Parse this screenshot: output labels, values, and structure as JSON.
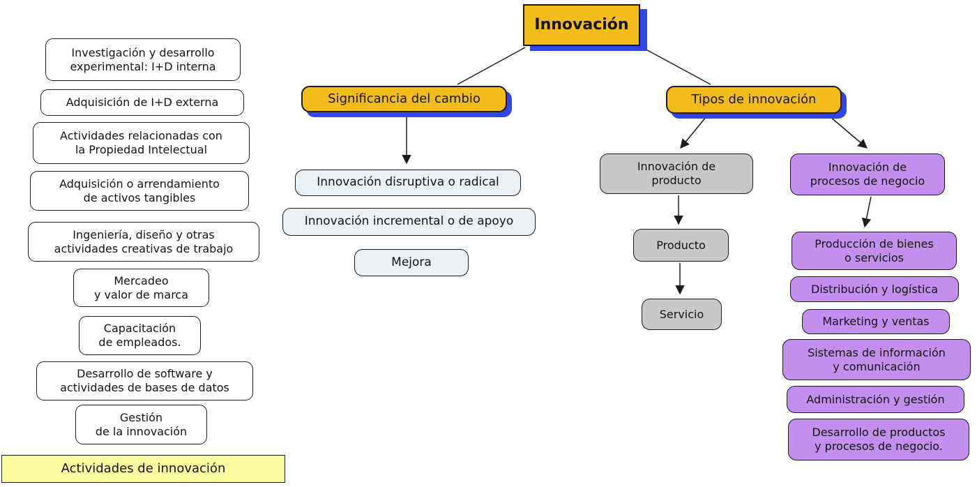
{
  "colors": {
    "accent-orange": "#F2BC1B",
    "shadow-blue": "#3246E8",
    "node-light": "#EAF0F4",
    "node-gray": "#C8C8C8",
    "node-purple": "#C28FEC",
    "label-yellow": "#FAFA9E",
    "border-dark": "#1C1C1C"
  },
  "root": {
    "label": "Innovación"
  },
  "significancia": {
    "title": "Significancia del cambio",
    "children": [
      "Innovación disruptiva o radical",
      "Innovación incremental o de apoyo",
      "Mejora"
    ]
  },
  "tipos": {
    "title": "Tipos de innovación",
    "producto": {
      "header": "Innovación de\nproducto",
      "children": [
        "Producto",
        "Servicio"
      ]
    },
    "procesos": {
      "header": "Innovación de\nprocesos de negocio",
      "children": [
        "Producción de bienes\no servicios",
        "Distribución y logística",
        "Marketing y ventas",
        "Sistemas de información\ny comunicación",
        "Administración y gestión",
        "Desarrollo de productos\ny procesos de negocio."
      ]
    }
  },
  "actividades": {
    "items": [
      "Investigación y desarrollo\nexperimental: I+D interna",
      "Adquisición de I+D externa",
      "Actividades relacionadas con\nla Propiedad Intelectual",
      "Adquisición o arrendamiento\nde activos tangibles",
      "Ingeniería, diseño y otras\nactividades creativas de trabajo",
      "Mercadeo\ny valor de marca",
      "Capacitación\nde empleados.",
      "Desarrollo de software y\nactividades de bases de datos",
      "Gestión\nde la innovación"
    ],
    "footer": "Actividades de innovación"
  }
}
